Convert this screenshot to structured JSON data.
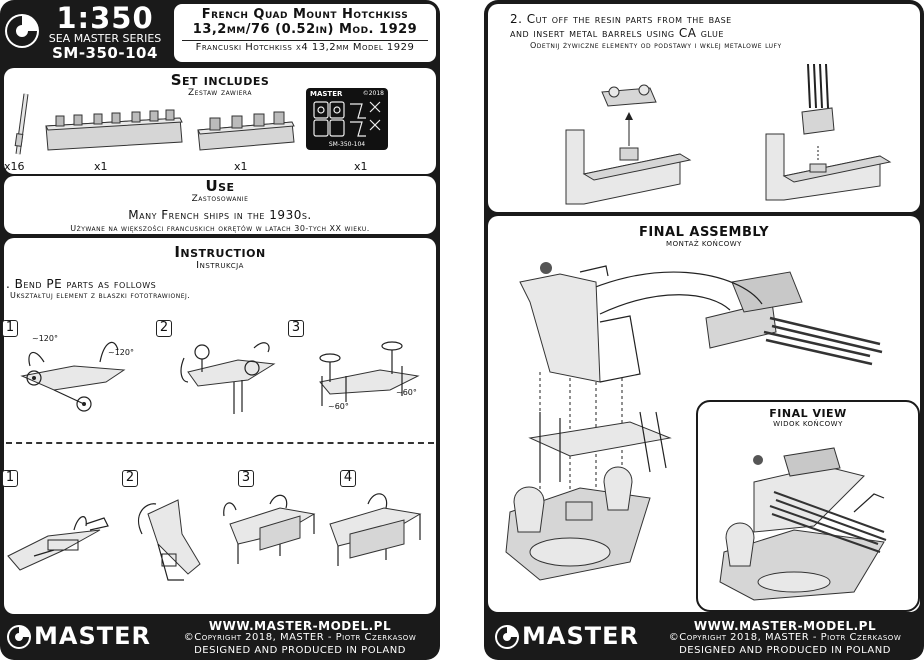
{
  "header": {
    "scale": "1:350",
    "series": "SEA MASTER SERIES",
    "code": "SM-350-104",
    "title_line1": "French Quad Mount Hotchkiss",
    "title_line2": "13,2mm/76 (0.52in) Mod. 1929",
    "title_polish": "Francuski Hotchkiss x4 13,2mm Model 1929"
  },
  "set_includes": {
    "title": "Set includes",
    "subtitle": "Zestaw zawiera",
    "items": [
      {
        "qty": "x16"
      },
      {
        "qty": "x1"
      },
      {
        "qty": "x1"
      },
      {
        "qty": "x1"
      }
    ],
    "pe_fret": {
      "brand": "MASTER",
      "year": "©2018",
      "code": "SM-350-104"
    }
  },
  "use": {
    "title": "Use",
    "subtitle": "Zastosowanie",
    "text_en": "Many French ships in the 1930s.",
    "text_pl": "Używane na większości francuskich okrętów w latach 30-tych XX wieku."
  },
  "instruction": {
    "title": "Instruction",
    "subtitle": "Instrukcja",
    "step1_en": ". Bend PE parts as follows",
    "step1_pl": "Ukształtuj element z blaszki fototrawionej.",
    "bend_steps": [
      "1",
      "2",
      "3"
    ],
    "angles": {
      "a1": "~120°",
      "a2": "~120°",
      "a3": "~60°",
      "a4": "~60°"
    },
    "fold_steps": [
      "1",
      "2",
      "3",
      "4"
    ]
  },
  "step2": {
    "text_line1": "2. Cut off the resin parts from the base",
    "text_line2": "and insert metal barrels using CA glue",
    "text_pl": "Odetnij żywiczne elementy od podstawy i wklej metalowe lufy"
  },
  "final_assembly": {
    "title": "FINAL ASSEMBLY",
    "subtitle": "MONTAŻ KOŃCOWY"
  },
  "final_view": {
    "title": "FINAL VIEW",
    "subtitle": "WIDOK KOŃCOWY"
  },
  "footer_left": {
    "brand": "MASTER",
    "url": "WWW.MASTER-MODEL.PL",
    "copyright": "©Copyright 2018, MASTER - Piotr Czerkasow",
    "made": "DESIGNED AND PRODUCED IN POLAND"
  },
  "footer_right": {
    "brand": "MASTER",
    "url": "WWW.MASTER-MODEL.PL",
    "copyright": "©Copyright 2018, MASTER - Piotr Czerkasow",
    "made": "DESIGNED AND PRODUCED IN POLAND"
  }
}
